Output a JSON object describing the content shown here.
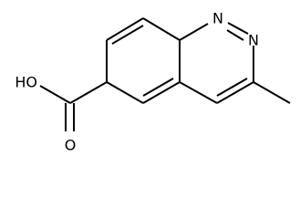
{
  "molecule": {
    "atoms": {
      "hydroxyl": "HO",
      "carbonyl_oxygen": "O",
      "nitrogen_1": "N",
      "nitrogen_2": "N"
    },
    "colors": {
      "bond": "#000000",
      "label": "#000000",
      "background": "#ffffff"
    }
  }
}
